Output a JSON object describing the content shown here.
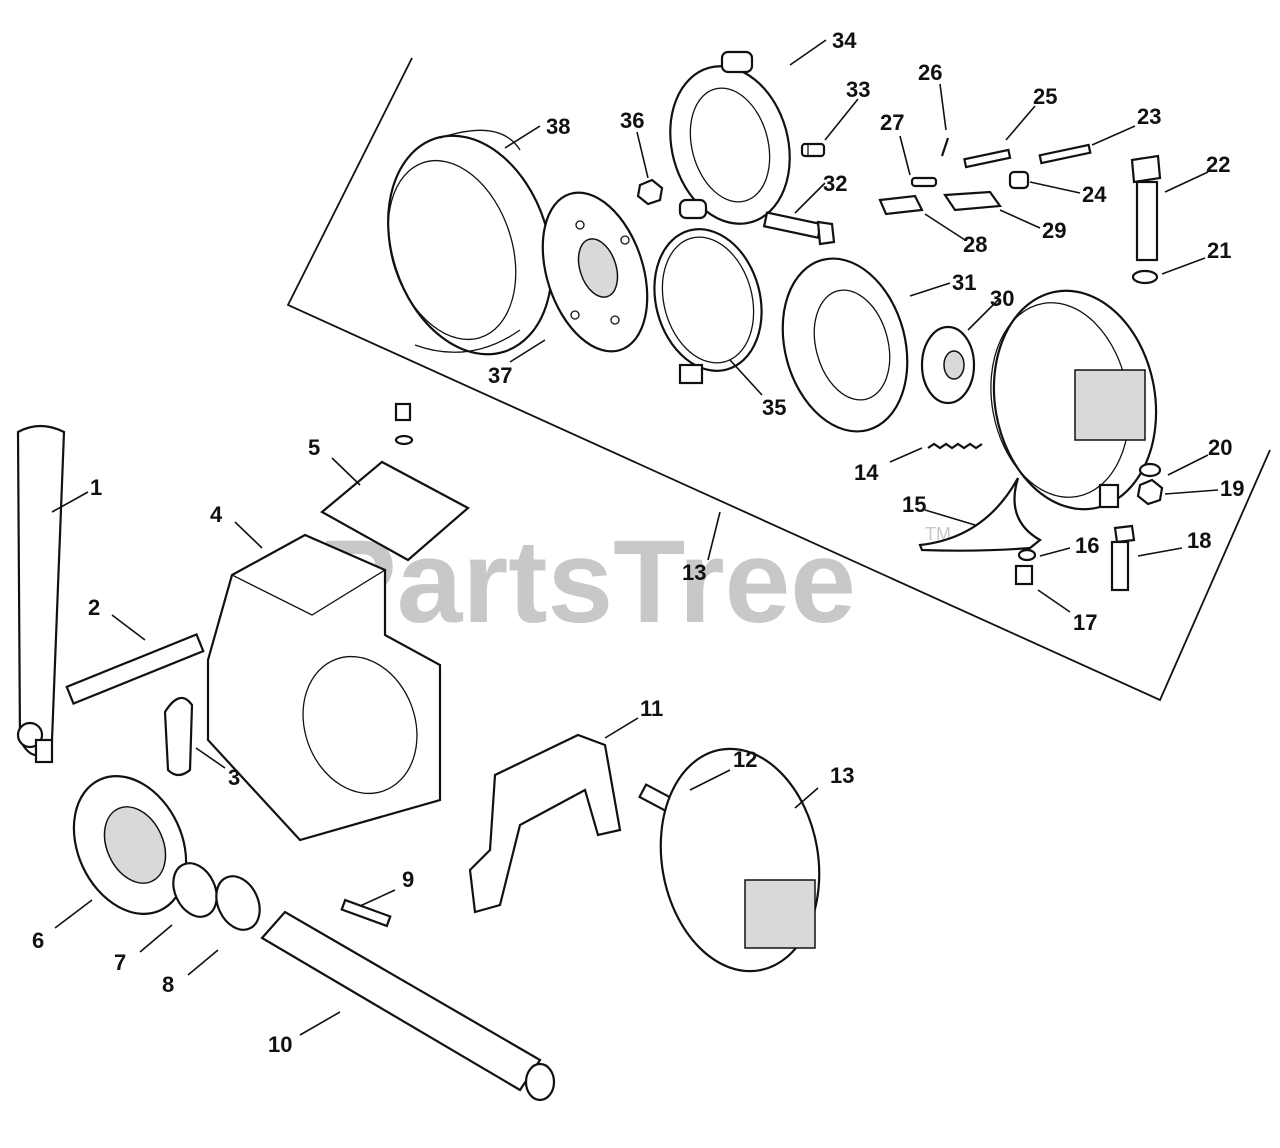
{
  "watermark": {
    "text": "PartsTree",
    "trademark": "TM"
  },
  "colors": {
    "ink": "#111111",
    "watermark": "#c8c8c8",
    "background": "#ffffff"
  },
  "callouts": [
    {
      "text": "1"
    },
    {
      "text": "2"
    },
    {
      "text": "3"
    },
    {
      "text": "4"
    },
    {
      "text": "5"
    },
    {
      "text": "6"
    },
    {
      "text": "7"
    },
    {
      "text": "8"
    },
    {
      "text": "9"
    },
    {
      "text": "10"
    },
    {
      "text": "11"
    },
    {
      "text": "12"
    },
    {
      "text": "13"
    },
    {
      "text": "13"
    },
    {
      "text": "14"
    },
    {
      "text": "15"
    },
    {
      "text": "16"
    },
    {
      "text": "17"
    },
    {
      "text": "18"
    },
    {
      "text": "19"
    },
    {
      "text": "20"
    },
    {
      "text": "21"
    },
    {
      "text": "22"
    },
    {
      "text": "23"
    },
    {
      "text": "24"
    },
    {
      "text": "25"
    },
    {
      "text": "26"
    },
    {
      "text": "27"
    },
    {
      "text": "28"
    },
    {
      "text": "29"
    },
    {
      "text": "30"
    },
    {
      "text": "31"
    },
    {
      "text": "32"
    },
    {
      "text": "33"
    },
    {
      "text": "34"
    },
    {
      "text": "35"
    },
    {
      "text": "36"
    },
    {
      "text": "37"
    },
    {
      "text": "38"
    }
  ]
}
